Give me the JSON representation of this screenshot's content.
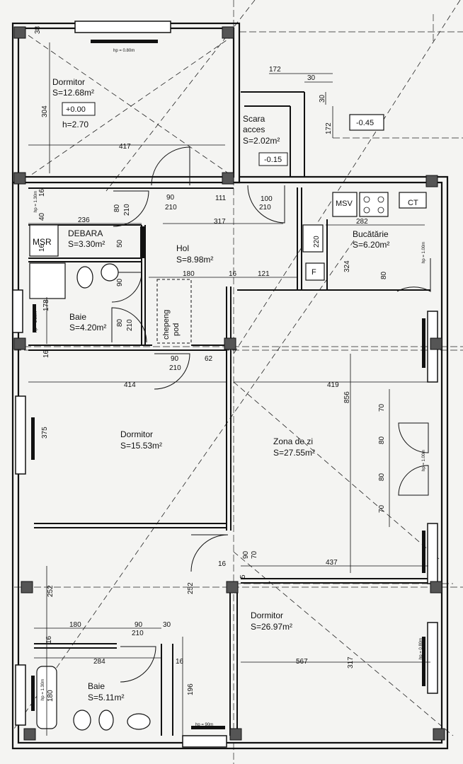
{
  "rooms": {
    "dormitor_nw": {
      "name": "Dormitor",
      "area": "S=12.68m²",
      "level": "+0.00",
      "height": "h=2.70"
    },
    "scara": {
      "name1": "Scara",
      "name2": "acces",
      "area": "S=2.02m²",
      "level": "-0.15"
    },
    "outside_level": "-0.45",
    "debara": {
      "name": "DEBARA",
      "area": "S=3.30m²"
    },
    "msr": "MSR",
    "msv": "MSV",
    "ct": "CT",
    "fridge": "F",
    "hol": {
      "name": "Hol",
      "area": "S=8.98m²"
    },
    "bucatarie": {
      "name": "Bucătărie",
      "area": "S=6.20m²"
    },
    "baie_top": {
      "name": "Baie",
      "area": "S=4.20m²"
    },
    "chepeng": {
      "line1": "chepeng",
      "line2": "pod"
    },
    "dormitor_mid": {
      "name": "Dormitor",
      "area": "S=15.53m²"
    },
    "zona_de_zi": {
      "name": "Zona de zi",
      "area": "S=27.55m²"
    },
    "dormitor_se": {
      "name": "Dormitor",
      "area": "S=26.97m²"
    },
    "baie_bottom": {
      "name": "Baie",
      "area": "S=5.11m²"
    }
  },
  "dimensions": {
    "d38": "38",
    "d304": "304",
    "d417": "417",
    "d172a": "172",
    "d30a": "30",
    "d30b": "30",
    "d172b": "172",
    "d16a": "16",
    "d40": "40",
    "d16b": "16",
    "d90a": "90",
    "d210a": "210",
    "d80a": "80",
    "d210b": "210",
    "d111": "111",
    "d100": "100",
    "d210c": "210",
    "d236": "236",
    "d317a": "317",
    "d282": "282",
    "d50": "50",
    "d220": "220",
    "d324": "324",
    "d90b": "90",
    "d180a": "180",
    "d16c": "16",
    "d121": "121",
    "d80b": "80",
    "d178": "178",
    "d80c": "80",
    "d210d": "210",
    "d16d": "16",
    "d90c": "90",
    "d210e": "210",
    "d62": "62",
    "d414": "414",
    "d419": "419",
    "d856": "856",
    "d375": "375",
    "d70a": "70",
    "d80d": "80",
    "d80e": "80",
    "d70b": "70",
    "d90d": "90",
    "d70c": "70",
    "d16e": "16",
    "d437": "437",
    "d252a": "252",
    "d252b": "252",
    "d180b": "180",
    "d90e": "90",
    "d210f": "210",
    "d30c": "30",
    "d16f": "16",
    "d284": "284",
    "d16g": "16",
    "d567": "567",
    "d317b": "317",
    "d180c": "180",
    "d196": "196",
    "d5": "5"
  },
  "window_tags": {
    "w_top": "hp = 0.80m",
    "w_left1": "hp = 1.30m",
    "w_left2": "hp = 1.30m",
    "w_left3": "hp = 1.30m",
    "w_right1": "hp = 1.00m",
    "w_right2": "hp = 1.00m",
    "w_right3": "hp = 0.80m",
    "w_bottom": "hp = 90m"
  }
}
